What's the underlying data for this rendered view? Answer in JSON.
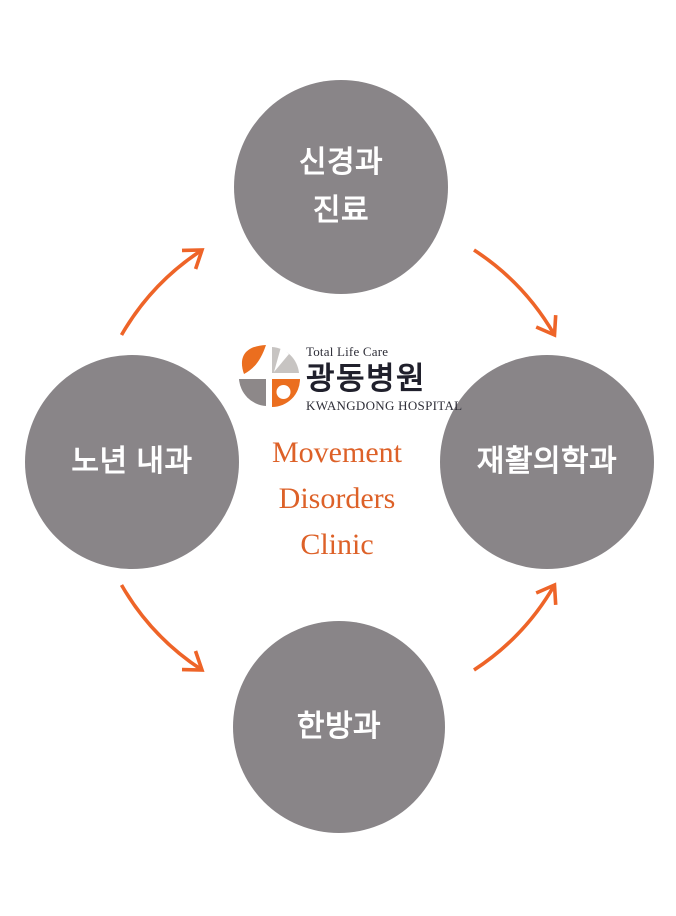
{
  "colors": {
    "background": "#FFFFFF",
    "node_gray": "#898588",
    "arrow_orange": "#EE6428",
    "clinic_title_orange": "#DD6128",
    "logo_orange": "#EB6E1F",
    "logo_light_gray": "#C7C4C2",
    "logo_dark_gray": "#8D8889",
    "logo_text_dark": "#20202C"
  },
  "nodes": [
    {
      "id": "neurology",
      "label_lines": [
        "신경과",
        "진료"
      ]
    },
    {
      "id": "geriatric-internal-medicine",
      "label_lines": [
        "노년 내과"
      ]
    },
    {
      "id": "rehabilitation-medicine",
      "label_lines": [
        "재활의학과"
      ]
    },
    {
      "id": "korean-medicine",
      "label_lines": [
        "한방과"
      ]
    }
  ],
  "logo": {
    "tagline": "Total Life Care",
    "name_ko": "광동병원",
    "name_en": "KWANGDONG HOSPITAL"
  },
  "clinic_title_lines": [
    "Movement",
    "Disorders",
    "Clinic"
  ]
}
